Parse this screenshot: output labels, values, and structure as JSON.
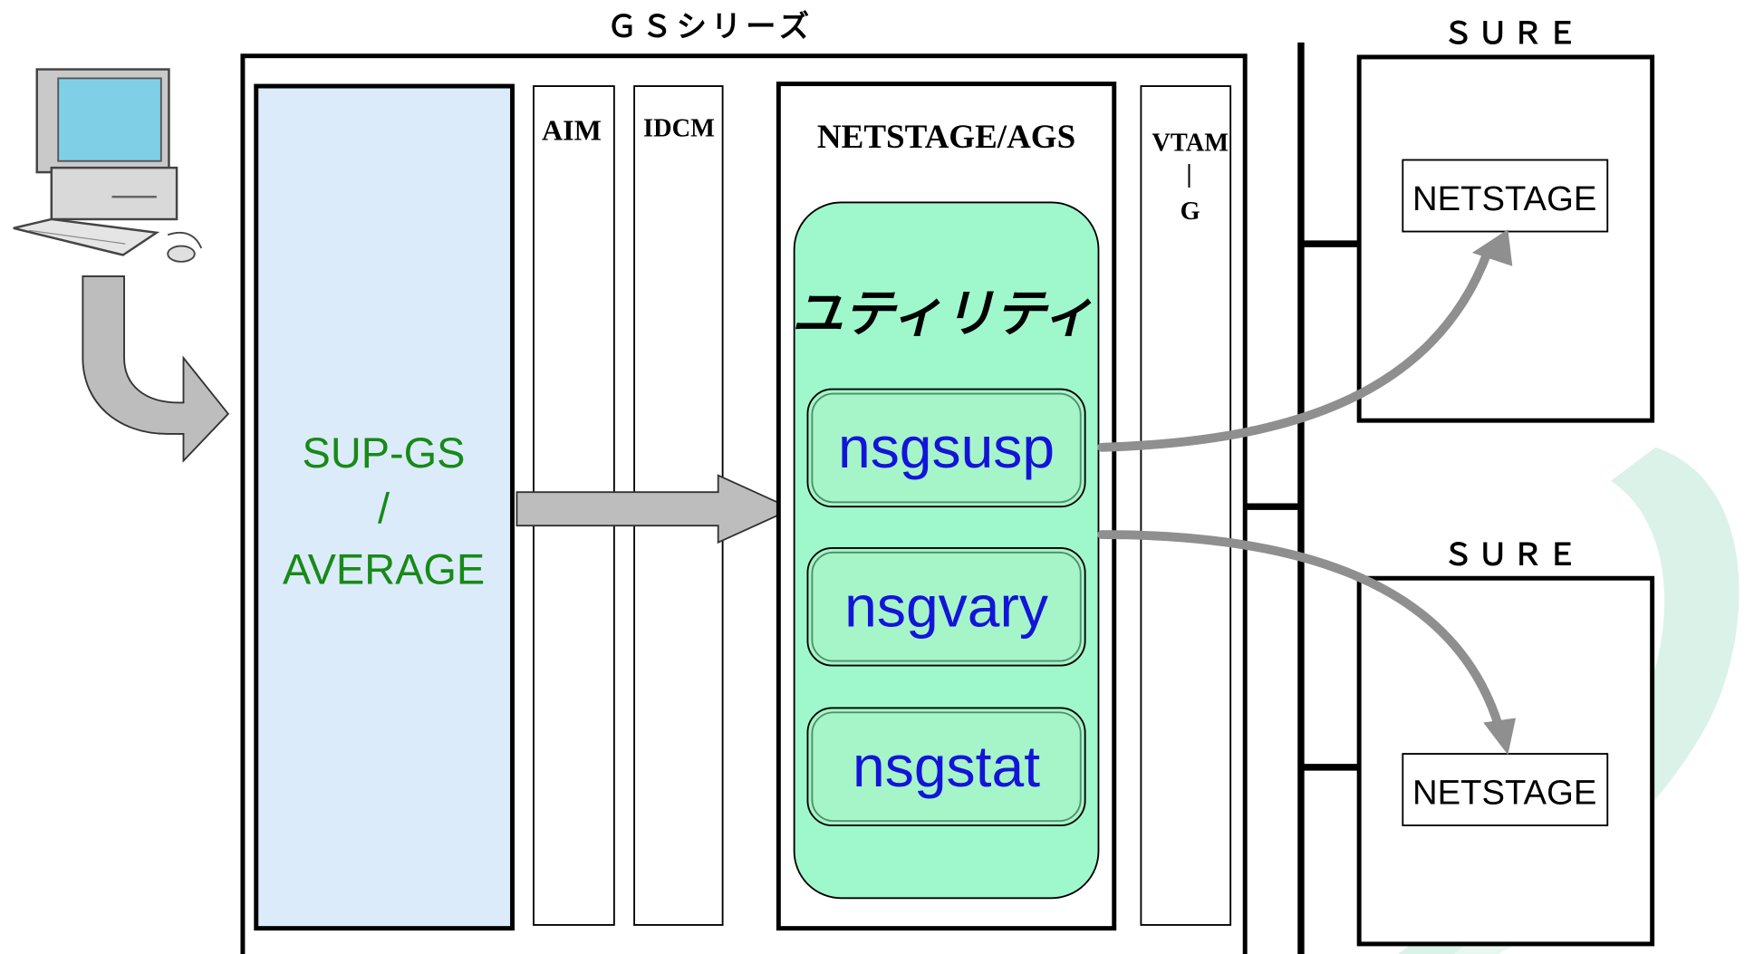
{
  "title": "ＧＳシリーズ",
  "sure_labels": [
    "ＳＵＲＥ",
    "ＳＵＲＥ"
  ],
  "left_panel": {
    "line1": "SUP-GS",
    "line2": "/",
    "line3": "AVERAGE"
  },
  "columns": {
    "aim": "AIM",
    "idcm": "IDCM",
    "netstage_ags": "NETSTAGE/AGS",
    "vtam_top": "VTAM",
    "vtam_bar": "|",
    "vtam_bottom": "G"
  },
  "utility": {
    "title": "ユティリティ",
    "commands": [
      "nsgsusp",
      "nsgvary",
      "nsgstat"
    ]
  },
  "remote": {
    "netstage_top": "NETSTAGE",
    "netstage_bottom": "NETSTAGE"
  },
  "colors": {
    "panel_blue": "#dcebfa",
    "utility_green": "#9ff7cc",
    "command_green": "#a6f5c9",
    "command_text": "#1414d9",
    "panel_text_green": "#178a17",
    "arrow_gray": "#8f8f8f",
    "watermark": "#d7f1e6"
  },
  "icons": [
    "computer-icon"
  ]
}
